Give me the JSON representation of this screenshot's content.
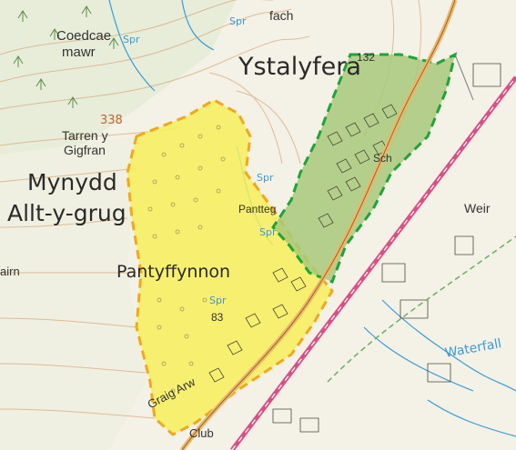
{
  "map": {
    "labels": {
      "ystalyfera": "Ystalyfera",
      "mynydd": "Mynydd",
      "allt_y_grug": "Allt-y-grug",
      "pantyffynnon": "Pantyffynnon",
      "coedcae": "Coedcae",
      "mawr": "mawr",
      "tarren": "Tarren y",
      "gigfran": "Gigfran",
      "fach": "fach",
      "pantteg": "Pantteg",
      "weir": "Weir",
      "cairn": "airn",
      "club": "Club",
      "sch": "Sch",
      "graig_arw": "Graig Arw",
      "waterfall": "Waterfall",
      "spr1": "Spr",
      "spr2": "Spr",
      "spr3": "Spr",
      "spr4": "Spr",
      "spr5": "Spr",
      "height_338": "338",
      "height_132": "132",
      "height_83": "83"
    },
    "colors": {
      "background": "#f4f1e6",
      "yellow_area": "#f7ef5a",
      "yellow_border": "#f0a81e",
      "green_area": "#a8c97a",
      "green_border": "#1fa33b",
      "contour": "#d9a980",
      "water": "#3a9bd6",
      "railway": "#d94f86",
      "road": "#f0b466"
    }
  }
}
